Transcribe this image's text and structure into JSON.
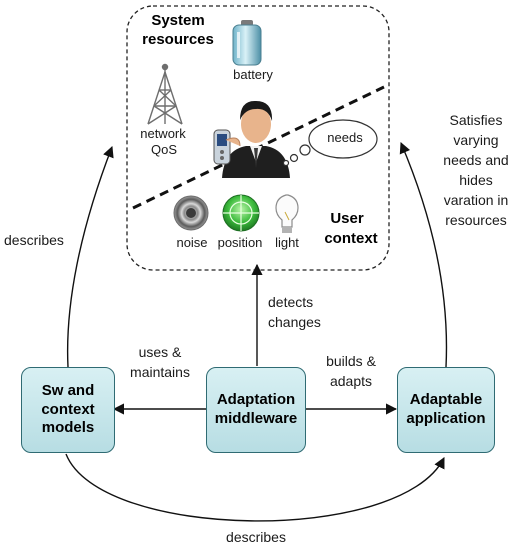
{
  "context_box": {
    "system_resources_title": "System resources",
    "battery_label": "battery",
    "network_label_line1": "network",
    "network_label_line2": "QoS",
    "needs_label": "needs",
    "user_context_line1": "User",
    "user_context_line2": "context",
    "noise_label": "noise",
    "position_label": "position",
    "light_label": "light"
  },
  "boxes": {
    "sw_models": "Sw and\ncontext\nmodels",
    "middleware": "Adaptation\nmiddleware",
    "application": "Adaptable\napplication"
  },
  "edges": {
    "left_describes": "describes",
    "uses_maintains_line1": "uses &",
    "uses_maintains_line2": "maintains",
    "detects_changes_line1": "detects",
    "detects_changes_line2": "changes",
    "builds_adapts_line1": "builds &",
    "builds_adapts_line2": "adapts",
    "satisfies_line1": "Satisfies",
    "satisfies_line2": "varying",
    "satisfies_line3": "needs and",
    "satisfies_line4": "hides",
    "satisfies_line5": "varation in",
    "satisfies_line6": "resources",
    "bottom_describes": "describes"
  },
  "colors": {
    "box_fill": "#c6e6eb",
    "box_border": "#2f6b73",
    "arrow": "#111111",
    "position_green": "#3dbb3d"
  }
}
